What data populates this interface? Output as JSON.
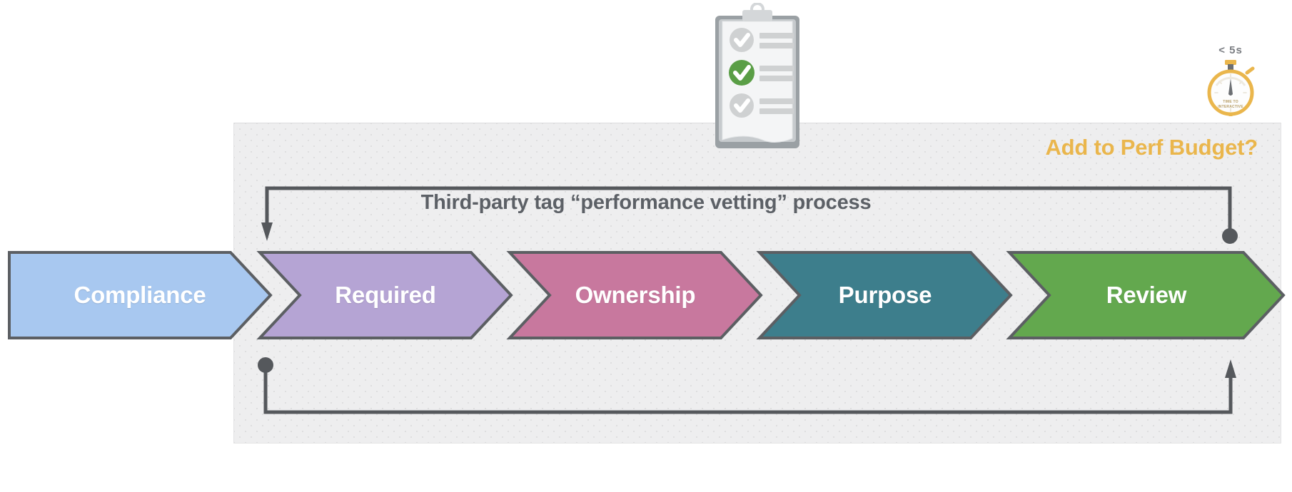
{
  "panel": {
    "title": "Add to Perf Budget?",
    "process_title": "Third-party tag “performance vetting” process",
    "accent_color": "#eab64c",
    "title_color": "#5c6066",
    "background_color": "#eeeeef"
  },
  "stopwatch": {
    "label": "< 5s",
    "face_line_1": "TIME TO",
    "face_line_2": "INTERACTIVE",
    "color": "#eab64c"
  },
  "clipboard": {
    "items": [
      {
        "state": "unchecked",
        "color": "#cfd1d2"
      },
      {
        "state": "checked",
        "color": "#5a9e46"
      },
      {
        "state": "unchecked",
        "color": "#cfd1d2"
      }
    ]
  },
  "chart_data": {
    "type": "diagram",
    "diagram_kind": "chevron-process-flow",
    "title": "Third-party tag “performance vetting” process",
    "steps": [
      {
        "label": "Compliance",
        "color": "#a8c8f0",
        "order": 1
      },
      {
        "label": "Required",
        "color": "#b5a4d4",
        "order": 2
      },
      {
        "label": "Ownership",
        "color": "#c8789e",
        "order": 3
      },
      {
        "label": "Purpose",
        "color": "#3d7e8c",
        "order": 4
      },
      {
        "label": "Review",
        "color": "#63a84e",
        "order": 5
      }
    ],
    "connectors": [
      {
        "name": "top-feedback-loop",
        "from": "Review",
        "to": "Required",
        "direction": "right-to-left",
        "start_marker": "dot",
        "end_marker": "arrow",
        "position": "above"
      },
      {
        "name": "bottom-feedback-loop",
        "from": "Required",
        "to": "Review",
        "direction": "left-to-right",
        "start_marker": "dot",
        "end_marker": "arrow",
        "position": "below"
      }
    ],
    "stroke_color": "#55585c"
  }
}
